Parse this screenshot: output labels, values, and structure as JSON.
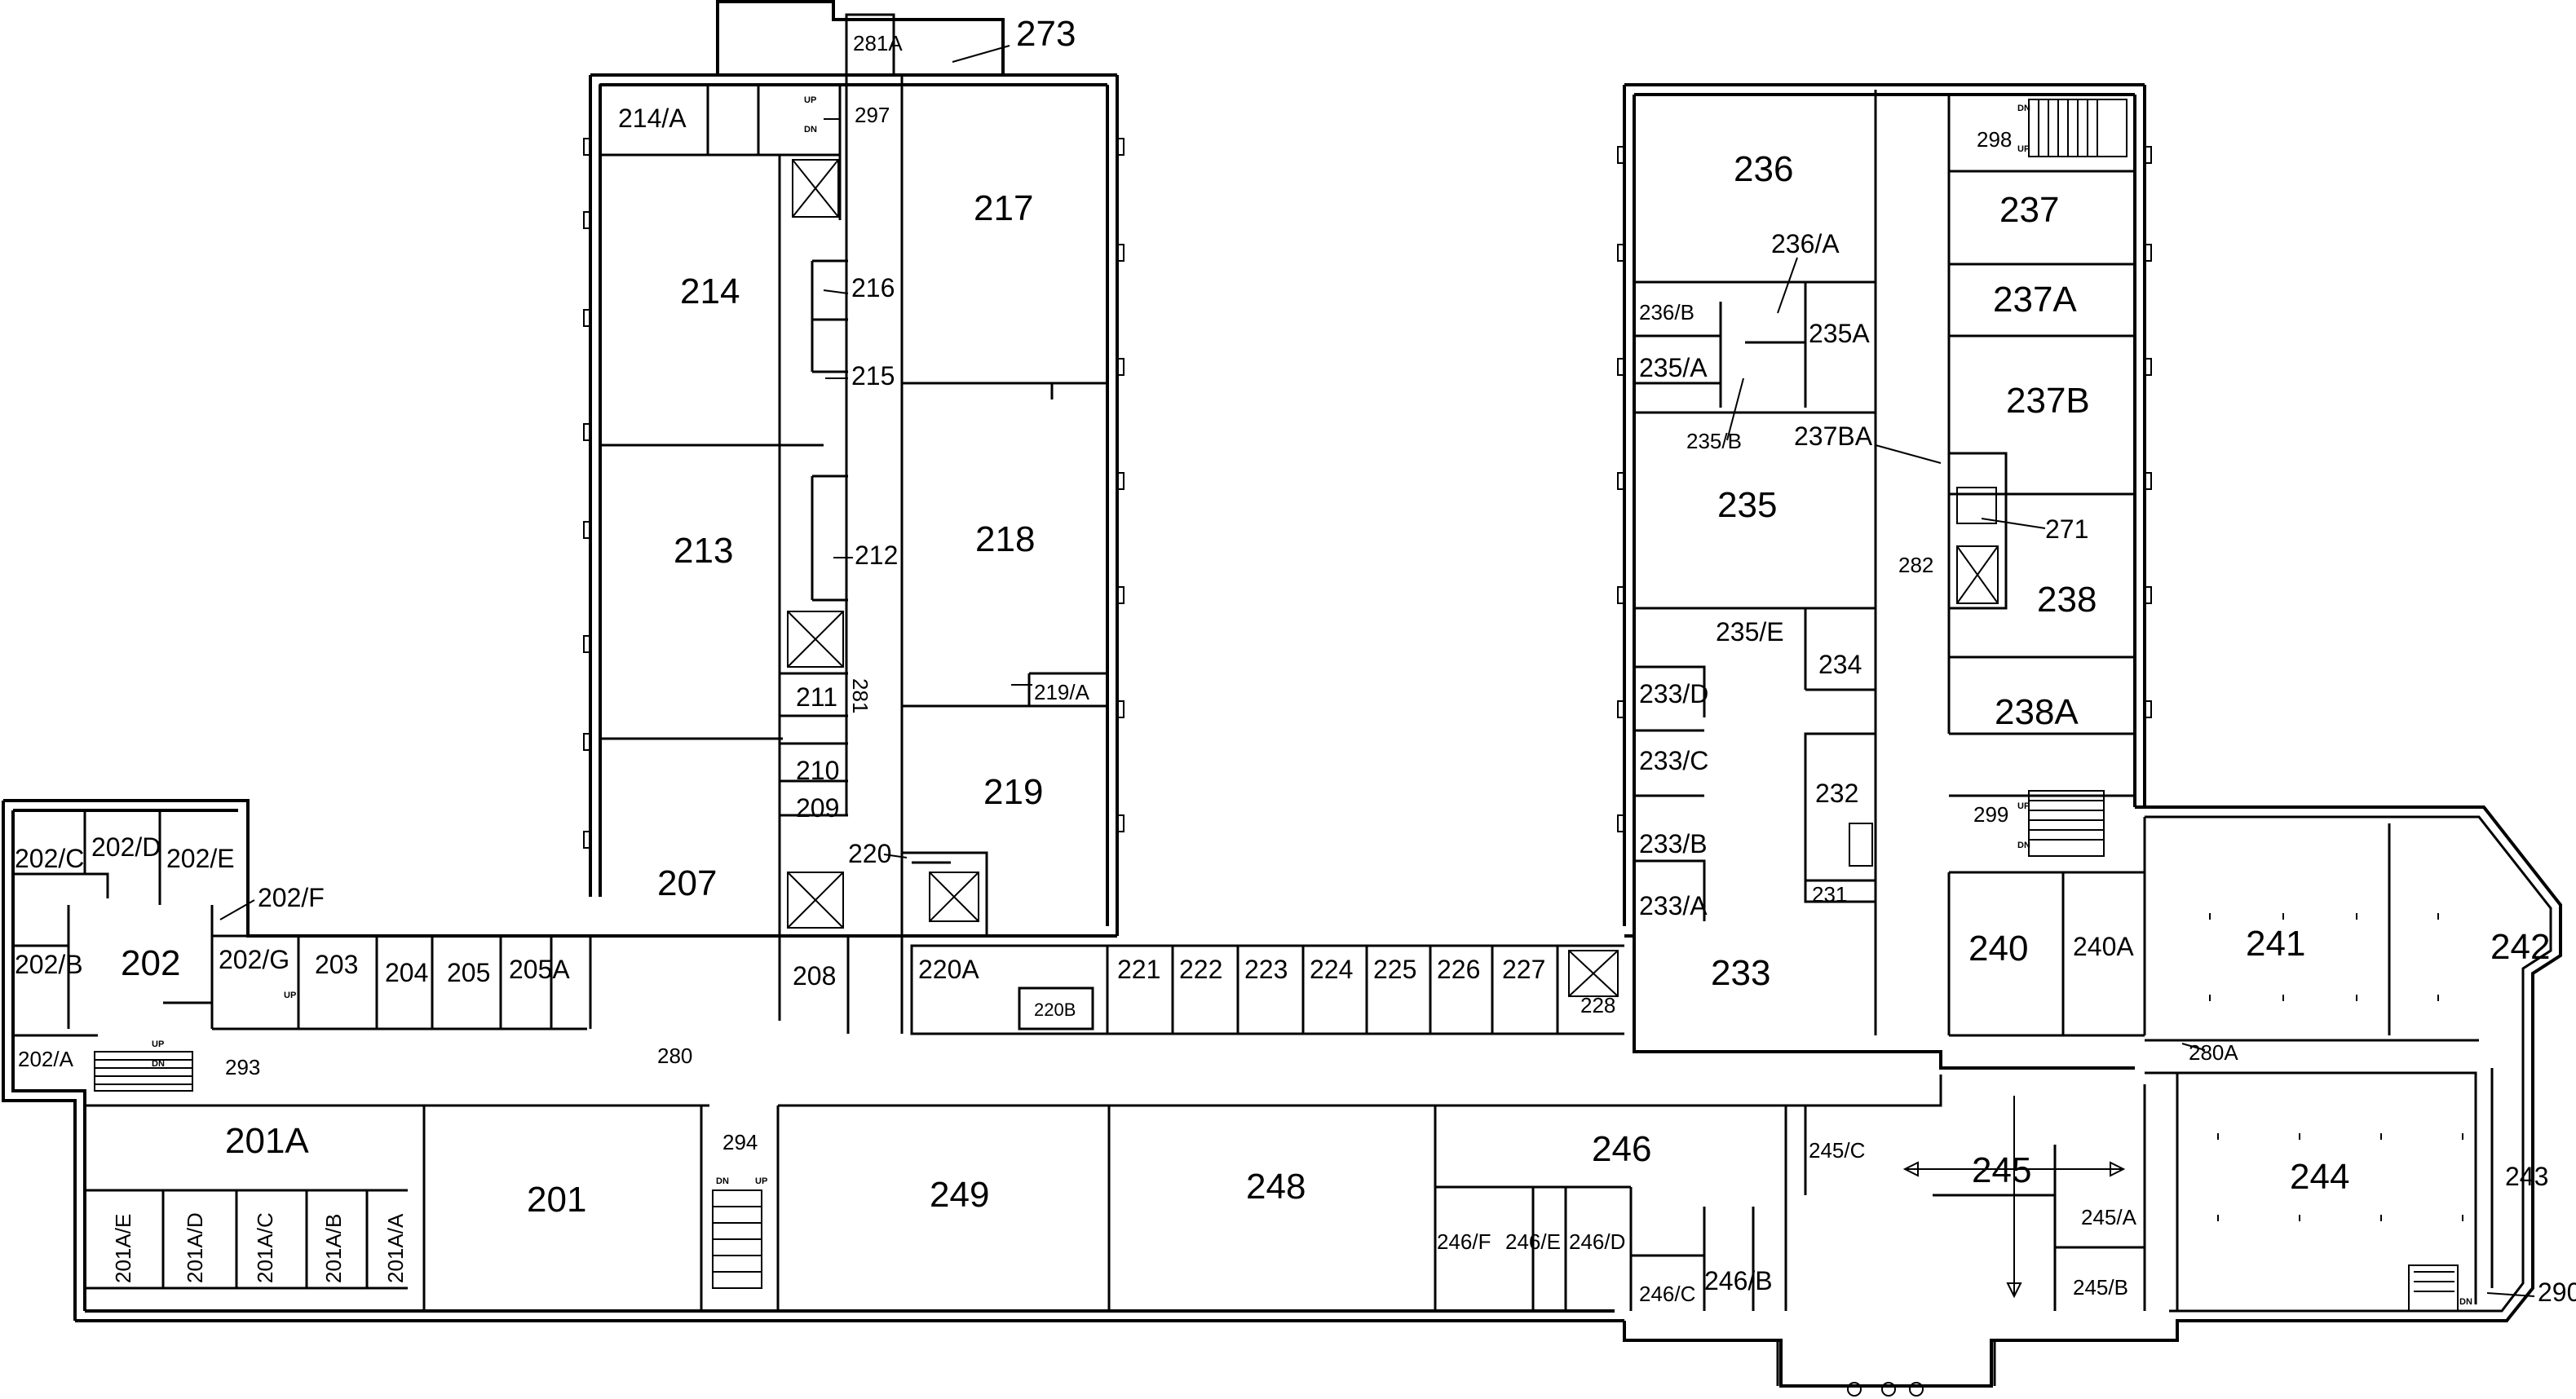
{
  "plan": {
    "rooms": [
      {
        "id": "r273",
        "label": "273"
      },
      {
        "id": "r281a",
        "label": "281A"
      },
      {
        "id": "r214a",
        "label": "214/A"
      },
      {
        "id": "r297",
        "label": "297"
      },
      {
        "id": "r217",
        "label": "217"
      },
      {
        "id": "r214",
        "label": "214"
      },
      {
        "id": "r216",
        "label": "216"
      },
      {
        "id": "r215",
        "label": "215"
      },
      {
        "id": "r213",
        "label": "213"
      },
      {
        "id": "r212",
        "label": "212"
      },
      {
        "id": "r218",
        "label": "218"
      },
      {
        "id": "r281",
        "label": "281"
      },
      {
        "id": "r211",
        "label": "211"
      },
      {
        "id": "r210",
        "label": "210"
      },
      {
        "id": "r209",
        "label": "209"
      },
      {
        "id": "r219a",
        "label": "219/A"
      },
      {
        "id": "r219",
        "label": "219"
      },
      {
        "id": "r220",
        "label": "220"
      },
      {
        "id": "r207",
        "label": "207"
      },
      {
        "id": "r208",
        "label": "208"
      },
      {
        "id": "r220a",
        "label": "220A"
      },
      {
        "id": "r220b",
        "label": "220B"
      },
      {
        "id": "r221",
        "label": "221"
      },
      {
        "id": "r222",
        "label": "222"
      },
      {
        "id": "r223",
        "label": "223"
      },
      {
        "id": "r224",
        "label": "224"
      },
      {
        "id": "r225",
        "label": "225"
      },
      {
        "id": "r226",
        "label": "226"
      },
      {
        "id": "r227",
        "label": "227"
      },
      {
        "id": "r228",
        "label": "228"
      },
      {
        "id": "r280",
        "label": "280"
      },
      {
        "id": "r202c",
        "label": "202/C"
      },
      {
        "id": "r202d",
        "label": "202/D"
      },
      {
        "id": "r202e",
        "label": "202/E"
      },
      {
        "id": "r202f",
        "label": "202/F"
      },
      {
        "id": "r202b",
        "label": "202/B"
      },
      {
        "id": "r202",
        "label": "202"
      },
      {
        "id": "r202g",
        "label": "202/G"
      },
      {
        "id": "r203",
        "label": "203"
      },
      {
        "id": "r204",
        "label": "204"
      },
      {
        "id": "r205",
        "label": "205"
      },
      {
        "id": "r205a",
        "label": "205A"
      },
      {
        "id": "r202a",
        "label": "202/A"
      },
      {
        "id": "r293",
        "label": "293"
      },
      {
        "id": "r201a",
        "label": "201A"
      },
      {
        "id": "r201",
        "label": "201"
      },
      {
        "id": "r294",
        "label": "294"
      },
      {
        "id": "r249",
        "label": "249"
      },
      {
        "id": "r248",
        "label": "248"
      },
      {
        "id": "r201ae",
        "label": "201A/E"
      },
      {
        "id": "r201ad",
        "label": "201A/D"
      },
      {
        "id": "r201ac",
        "label": "201A/C"
      },
      {
        "id": "r201ab",
        "label": "201A/B"
      },
      {
        "id": "r201aa",
        "label": "201A/A"
      },
      {
        "id": "r236",
        "label": "236"
      },
      {
        "id": "r236a",
        "label": "236/A"
      },
      {
        "id": "r236b",
        "label": "236/B"
      },
      {
        "id": "r235a2",
        "label": "235A"
      },
      {
        "id": "r235a",
        "label": "235/A"
      },
      {
        "id": "r235b",
        "label": "235/B"
      },
      {
        "id": "r237ba",
        "label": "237BA"
      },
      {
        "id": "r235",
        "label": "235"
      },
      {
        "id": "r282",
        "label": "282"
      },
      {
        "id": "r235e",
        "label": "235/E"
      },
      {
        "id": "r234",
        "label": "234"
      },
      {
        "id": "r233d",
        "label": "233/D"
      },
      {
        "id": "r233c",
        "label": "233/C"
      },
      {
        "id": "r233b",
        "label": "233/B"
      },
      {
        "id": "r233a",
        "label": "233/A"
      },
      {
        "id": "r232",
        "label": "232"
      },
      {
        "id": "r231",
        "label": "231"
      },
      {
        "id": "r233",
        "label": "233"
      },
      {
        "id": "r298",
        "label": "298"
      },
      {
        "id": "r237",
        "label": "237"
      },
      {
        "id": "r237a",
        "label": "237A"
      },
      {
        "id": "r237b",
        "label": "237B"
      },
      {
        "id": "r271",
        "label": "271"
      },
      {
        "id": "r238",
        "label": "238"
      },
      {
        "id": "r238a",
        "label": "238A"
      },
      {
        "id": "r299",
        "label": "299"
      },
      {
        "id": "r240",
        "label": "240"
      },
      {
        "id": "r240a",
        "label": "240A"
      },
      {
        "id": "r241",
        "label": "241"
      },
      {
        "id": "r242",
        "label": "242"
      },
      {
        "id": "r280a",
        "label": "280A"
      },
      {
        "id": "r243",
        "label": "243"
      },
      {
        "id": "r246",
        "label": "246"
      },
      {
        "id": "r245c",
        "label": "245/C"
      },
      {
        "id": "r245",
        "label": "245"
      },
      {
        "id": "r244",
        "label": "244"
      },
      {
        "id": "r246f",
        "label": "246/F"
      },
      {
        "id": "r246e",
        "label": "246/E"
      },
      {
        "id": "r246d",
        "label": "246/D"
      },
      {
        "id": "r246c",
        "label": "246/C"
      },
      {
        "id": "r246b",
        "label": "246/B"
      },
      {
        "id": "r245a",
        "label": "245/A"
      },
      {
        "id": "r245b",
        "label": "245/B"
      },
      {
        "id": "r290",
        "label": "290"
      }
    ],
    "stair_marks": {
      "up": "UP",
      "dn": "DN"
    }
  }
}
